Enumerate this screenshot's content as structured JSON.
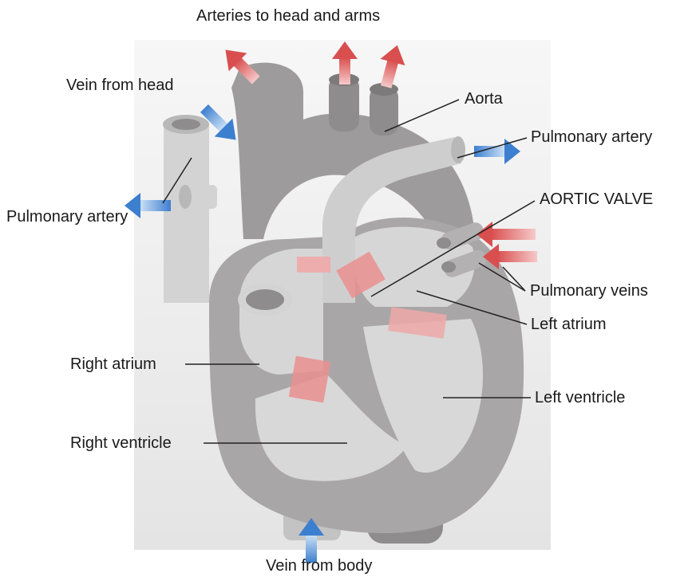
{
  "labels": {
    "arteries_head_arms": "Arteries to head and arms",
    "vein_from_head": "Vein from head",
    "aorta": "Aorta",
    "pulmonary_artery_right": "Pulmonary artery",
    "pulmonary_artery_left": "Pulmonary artery",
    "aortic_valve": "AORTIC VALVE",
    "pulmonary_veins": "Pulmonary veins",
    "left_atrium": "Left atrium",
    "right_atrium": "Right atrium",
    "left_ventricle": "Left ventricle",
    "right_ventricle": "Right ventricle",
    "vein_from_body": "Vein from body"
  },
  "colors": {
    "oxygenated_arrow": "#e36a6a",
    "deoxygenated_arrow": "#4f8fd6",
    "heart_wall": "#a9a6a7",
    "heart_inner": "#d6d6d6",
    "background_panel": "#ececec",
    "valve": "#f0a0a0"
  }
}
